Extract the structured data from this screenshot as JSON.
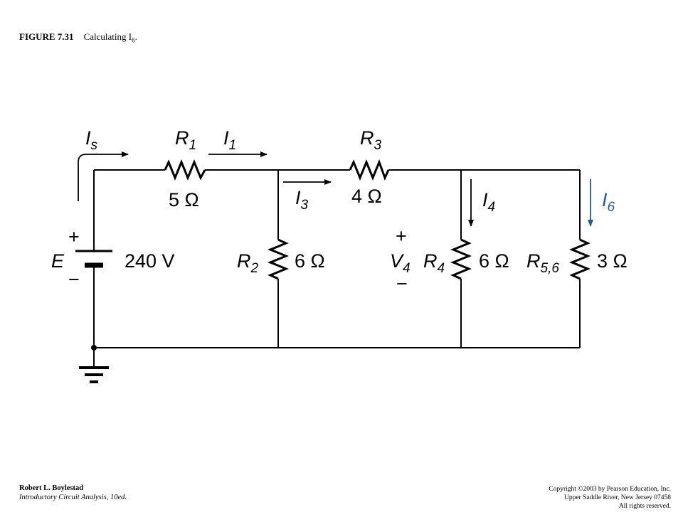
{
  "caption": {
    "figure_number": "FIGURE 7.31",
    "title_prefix": "Calculating I",
    "title_subscript": "6",
    "title_suffix": "."
  },
  "circuit": {
    "source": {
      "symbol": "E",
      "value": "240 V",
      "plus": "+",
      "minus": "−"
    },
    "R1": {
      "symbol": "R",
      "sub": "1",
      "value": "5 Ω"
    },
    "R2": {
      "symbol": "R",
      "sub": "2",
      "value": "6 Ω"
    },
    "R3": {
      "symbol": "R",
      "sub": "3",
      "value": "4 Ω"
    },
    "R4": {
      "symbol": "R",
      "sub": "4",
      "value": "6 Ω"
    },
    "R56": {
      "symbol": "R",
      "sub": "5,6",
      "value": "3 Ω"
    },
    "currents": {
      "Is": {
        "symbol": "I",
        "sub": "s"
      },
      "I1": {
        "symbol": "I",
        "sub": "1"
      },
      "I3": {
        "symbol": "I",
        "sub": "3"
      },
      "I4": {
        "symbol": "I",
        "sub": "4"
      },
      "I6": {
        "symbol": "I",
        "sub": "6"
      }
    },
    "voltage_V4": {
      "symbol": "V",
      "sub": "4",
      "plus": "+",
      "minus": "−"
    },
    "colors": {
      "wire": "#000000",
      "highlight": "#1f5aa6"
    }
  },
  "footer": {
    "author": "Robert L. Boylestad",
    "book": "Introductory Circuit Analysis, 10ed.",
    "copyright_line1": "Copyright ©2003 by Pearson Education, Inc.",
    "copyright_line2": "Upper Saddle River, New Jersey 07458",
    "copyright_line3": "All rights reserved."
  }
}
